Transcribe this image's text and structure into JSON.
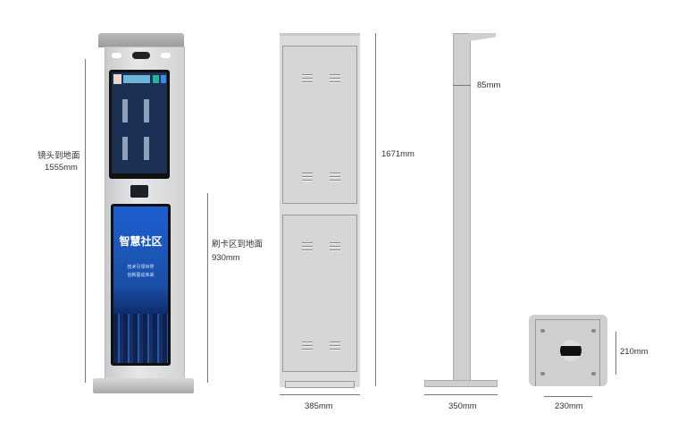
{
  "front_view": {
    "screen_top_label": "智慧社区",
    "screen_slogan_1": "技术引领世界",
    "screen_slogan_2": "创新驱动未来",
    "lens_height_label": "镜头到地面",
    "lens_height_value": "1555mm",
    "card_height_label": "刷卡区到地面",
    "card_height_value": "930mm"
  },
  "back_view": {
    "height_value": "1671mm",
    "width_value": "385mm"
  },
  "side_view": {
    "depth_value": "85mm",
    "base_width_value": "350mm"
  },
  "base_plate": {
    "hole_spacing_vertical": "210mm",
    "hole_spacing_horizontal": "230mm"
  },
  "colors": {
    "metal": "#d6d6d6",
    "screen_blue": "#1a4fa8",
    "screen_dark": "#1c2f55"
  }
}
